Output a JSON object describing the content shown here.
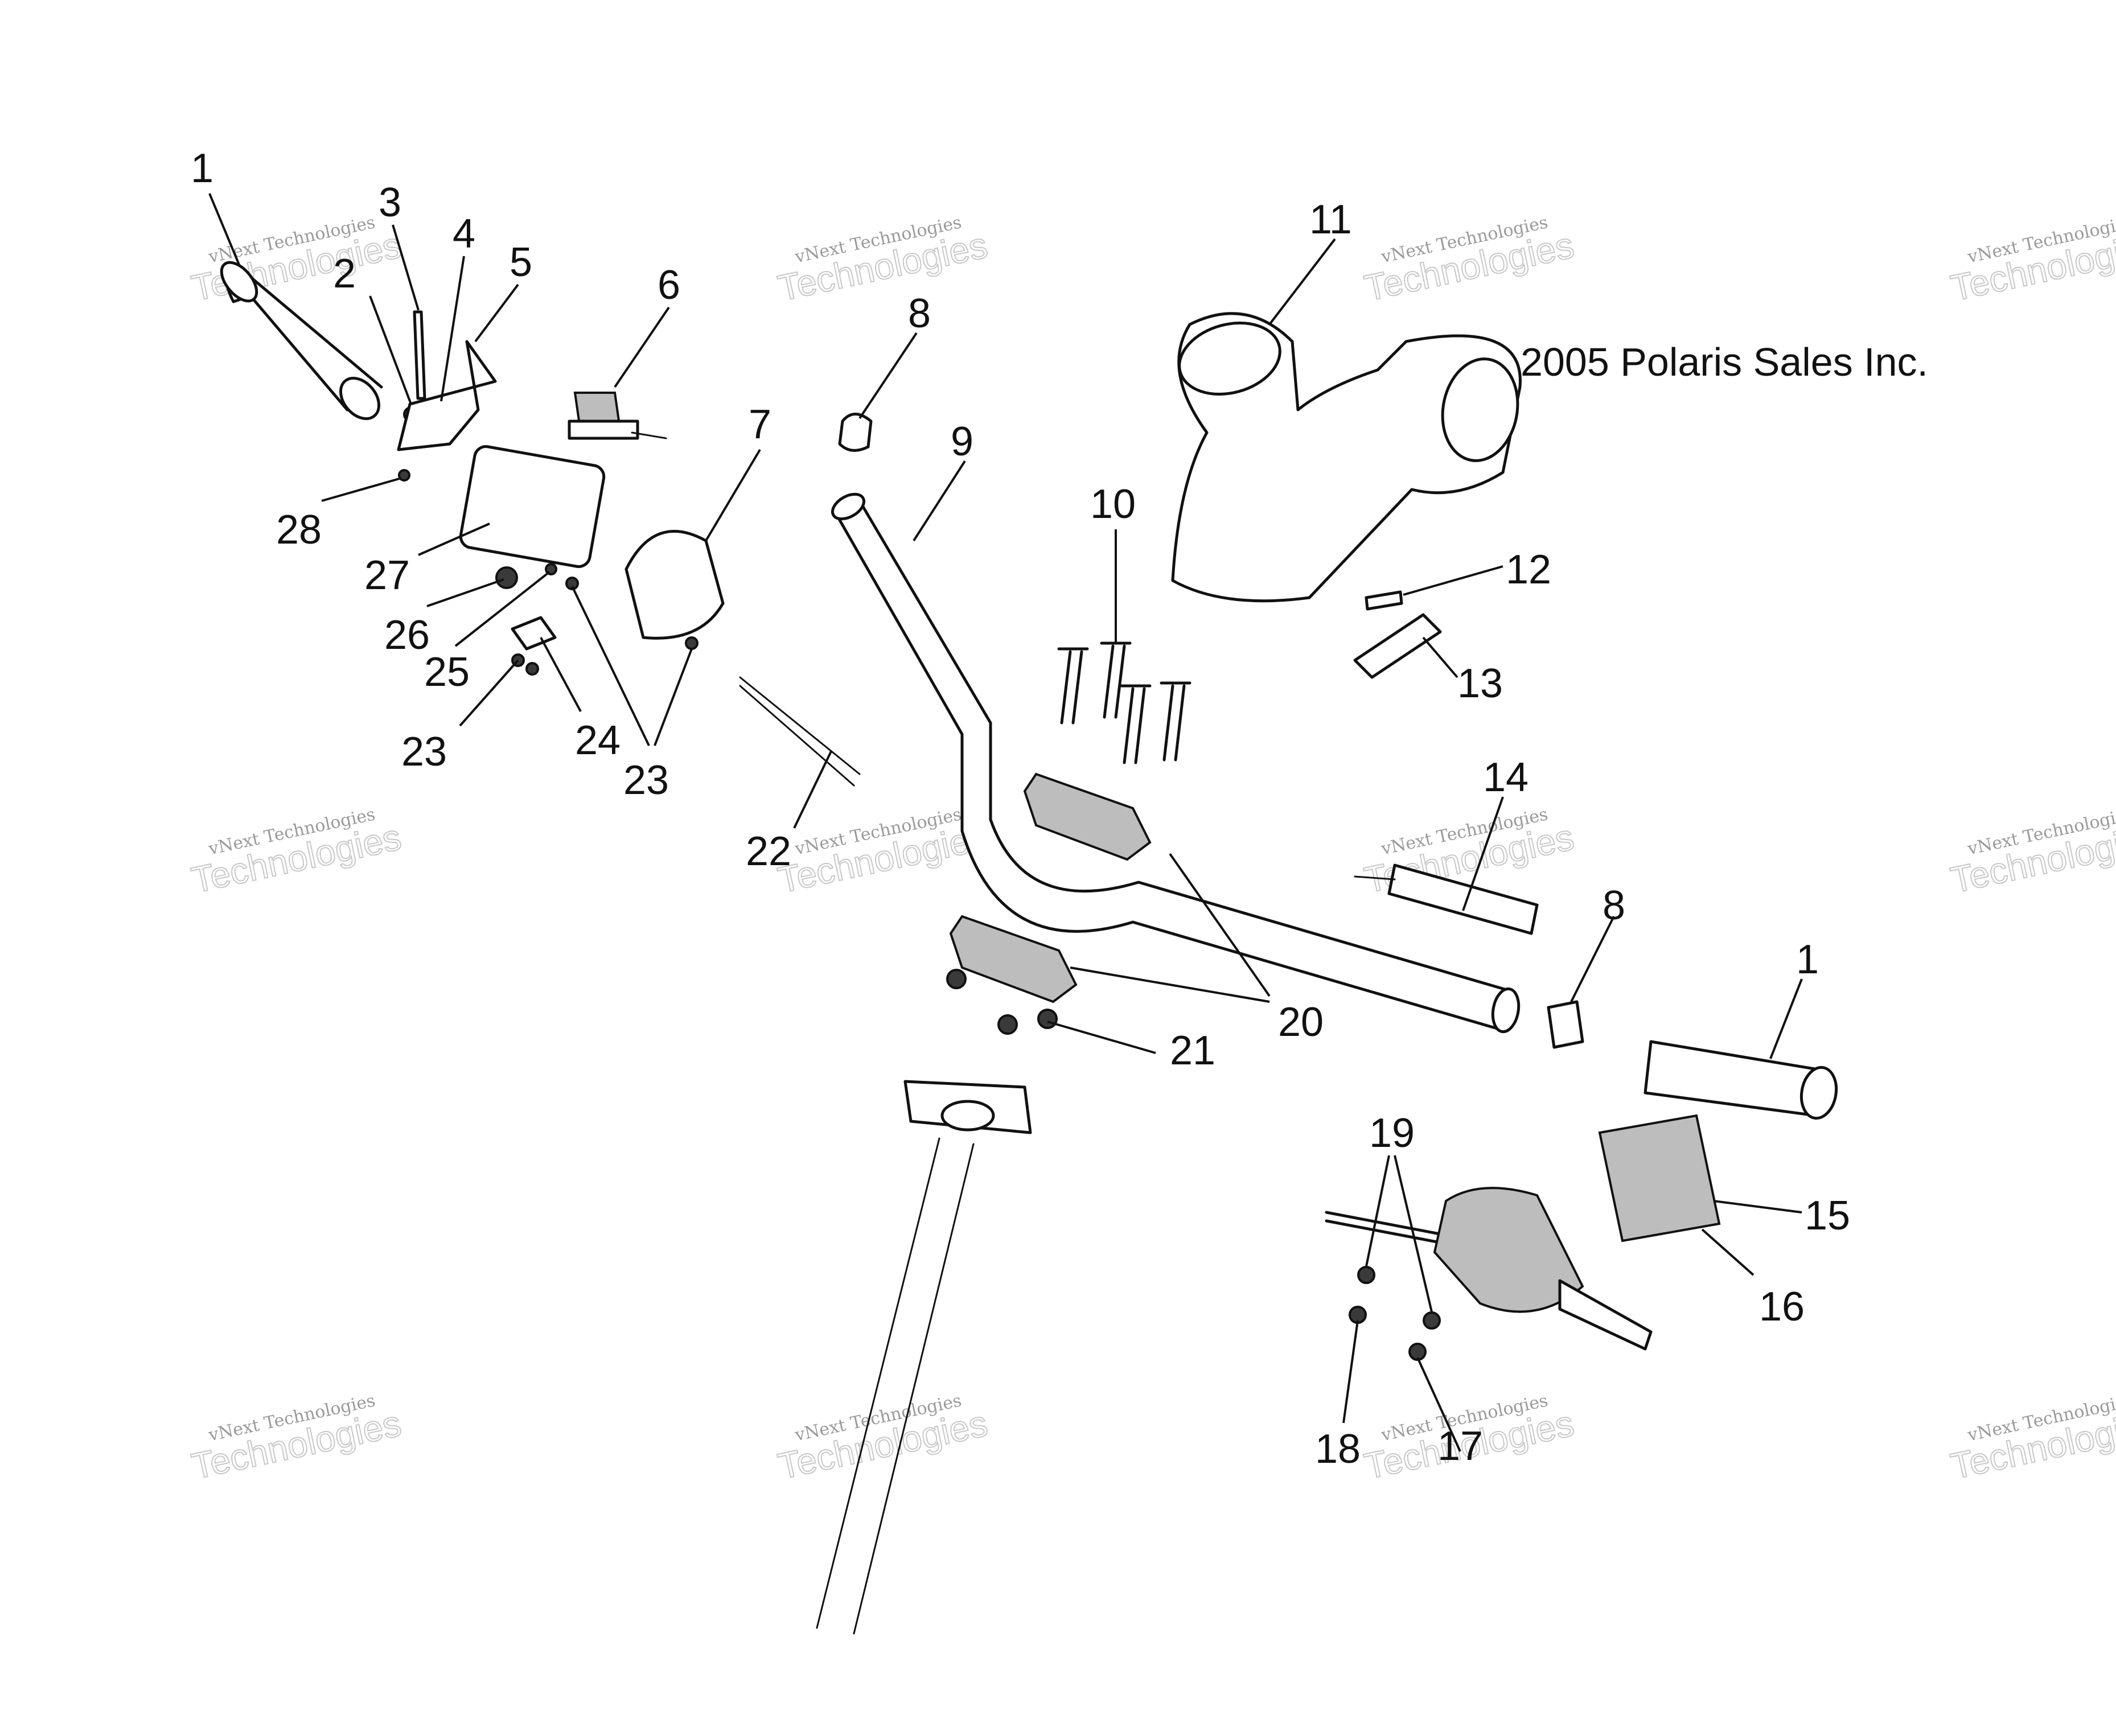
{
  "copyright": "© 2005 Polaris Sales Inc.",
  "watermark": {
    "line1": "vNext Technologies",
    "line2": "Technologies"
  },
  "callouts": {
    "c1a": "1",
    "c1b": "1",
    "c2": "2",
    "c3": "3",
    "c4": "4",
    "c5": "5",
    "c6": "6",
    "c7": "7",
    "c8a": "8",
    "c8b": "8",
    "c9": "9",
    "c10": "10",
    "c11": "11",
    "c12": "12",
    "c13": "13",
    "c14": "14",
    "c15": "15",
    "c16": "16",
    "c17": "17",
    "c18": "18",
    "c19": "19",
    "c20": "20",
    "c21": "21",
    "c22": "22",
    "c23a": "23",
    "c23b": "23",
    "c24": "24",
    "c25": "25",
    "c26": "26",
    "c27": "27",
    "c28": "28"
  },
  "colors": {
    "ink": "#111111",
    "watermark": "#9a9a9a",
    "background": "#ffffff"
  }
}
